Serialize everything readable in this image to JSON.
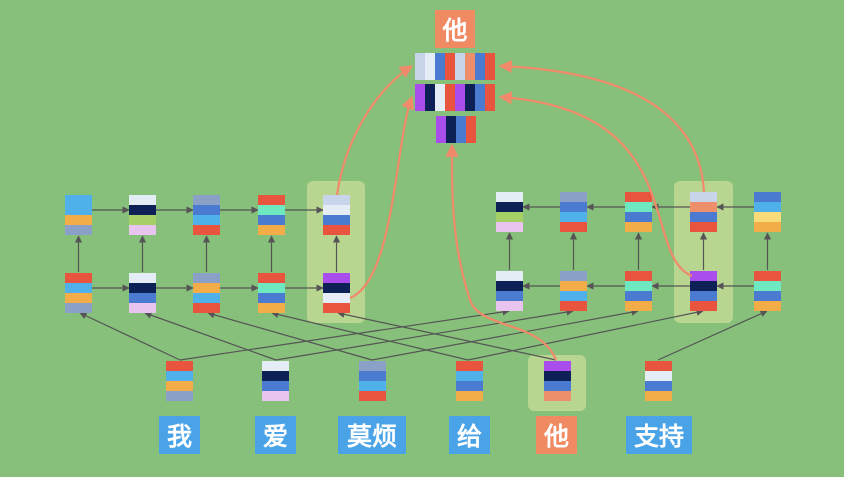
{
  "diagram": {
    "words": [
      {
        "text": "我",
        "highlight": false
      },
      {
        "text": "爱",
        "highlight": false
      },
      {
        "text": "莫烦",
        "highlight": false
      },
      {
        "text": "给",
        "highlight": false
      },
      {
        "text": "他",
        "highlight": true
      },
      {
        "text": "支持",
        "highlight": false
      }
    ],
    "output_word": "他"
  },
  "colors": {
    "background": "#86c07a",
    "word_box": "#4aa3e6",
    "highlight_word_box": "#ef8a62",
    "highlight_panel": "#b9d690",
    "attention_arrow": "#f08a6a",
    "arrow": "#555555"
  }
}
